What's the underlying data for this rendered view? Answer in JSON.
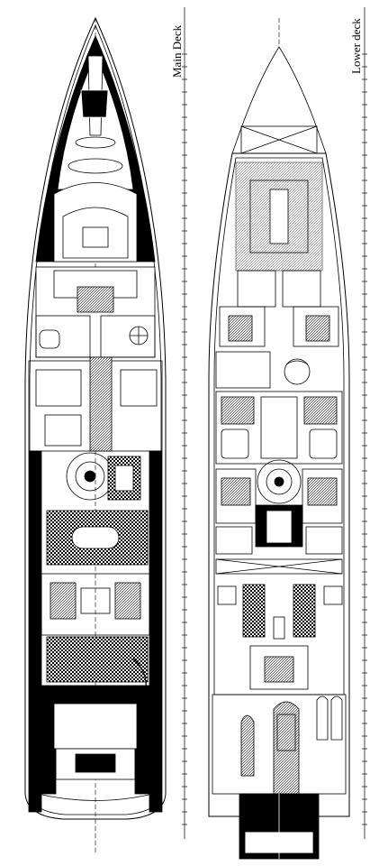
{
  "image": {
    "kind": "yacht general arrangement deck plan",
    "background": "#ffffff",
    "ink": "#000000"
  },
  "decks": [
    {
      "id": "main",
      "label": "Main Deck"
    },
    {
      "id": "lower",
      "label": "Lower deck"
    }
  ]
}
